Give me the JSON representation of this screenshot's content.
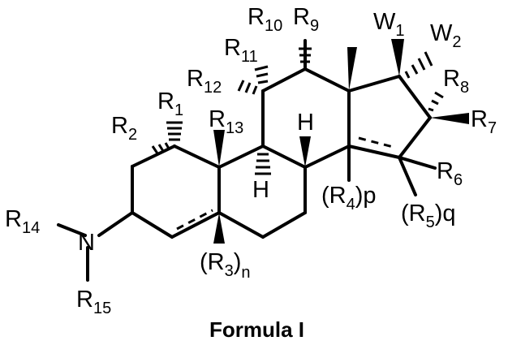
{
  "caption": "Formula I",
  "labels": {
    "r1": {
      "main": "R",
      "sub": "1"
    },
    "r2": {
      "main": "R",
      "sub": "2"
    },
    "r3": {
      "open": "(R",
      "sub": "3",
      "close": ")",
      "tail": "n"
    },
    "r4": {
      "open": "(R",
      "sub": "4",
      "close": ")",
      "tail": "p"
    },
    "r5": {
      "open": "(R",
      "sub": "5",
      "close": ")",
      "tail": "q"
    },
    "r6": {
      "main": "R",
      "sub": "6"
    },
    "r7": {
      "main": "R",
      "sub": "7"
    },
    "r8": {
      "main": "R",
      "sub": "8"
    },
    "r9": {
      "main": "R",
      "sub": "9"
    },
    "r10": {
      "main": "R",
      "sub": "10"
    },
    "r11": {
      "main": "R",
      "sub": "11"
    },
    "r12": {
      "main": "R",
      "sub": "12"
    },
    "r13": {
      "main": "R",
      "sub": "13"
    },
    "r14": {
      "main": "R",
      "sub": "14"
    },
    "r15": {
      "main": "R",
      "sub": "15"
    },
    "w1": {
      "main": "W",
      "sub": "1"
    },
    "w2": {
      "main": "W",
      "sub": "2"
    },
    "n": "N",
    "h_upper": "H",
    "h_lower": "H"
  }
}
